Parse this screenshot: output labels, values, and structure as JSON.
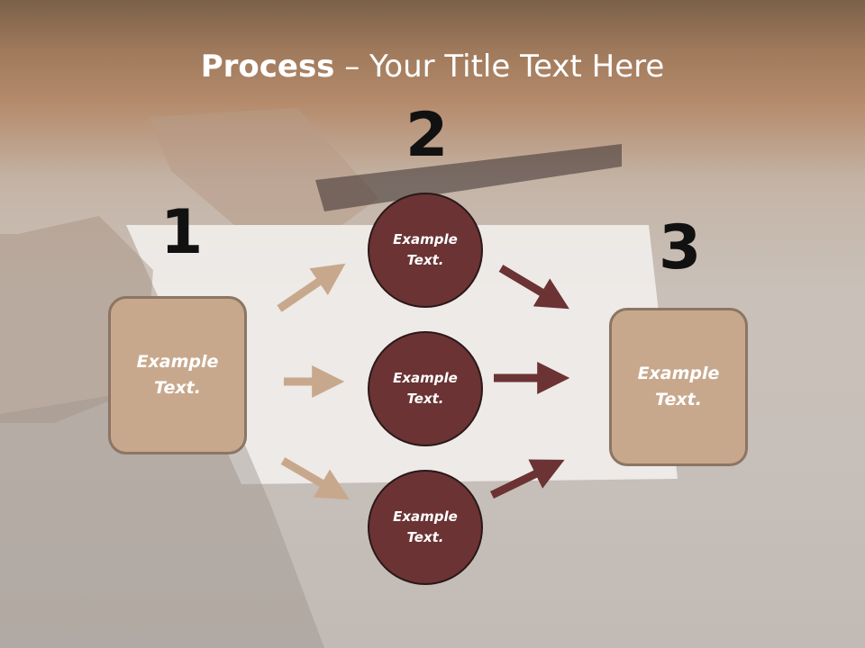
{
  "slide": {
    "title_bold": "Process",
    "title_rest": " – Your Title Text Here"
  },
  "steps": {
    "n1": "1",
    "n2": "2",
    "n3": "3"
  },
  "nodes": {
    "left_box": "Example Text.",
    "circle_top": "Example Text.",
    "circle_mid": "Example Text.",
    "circle_bot": "Example Text.",
    "right_box": "Example Text."
  },
  "colors": {
    "box_fill": "#c8a88c",
    "circle_fill": "#6b3334",
    "light_arrow": "#c8a88c",
    "dark_arrow": "#6b3334"
  }
}
